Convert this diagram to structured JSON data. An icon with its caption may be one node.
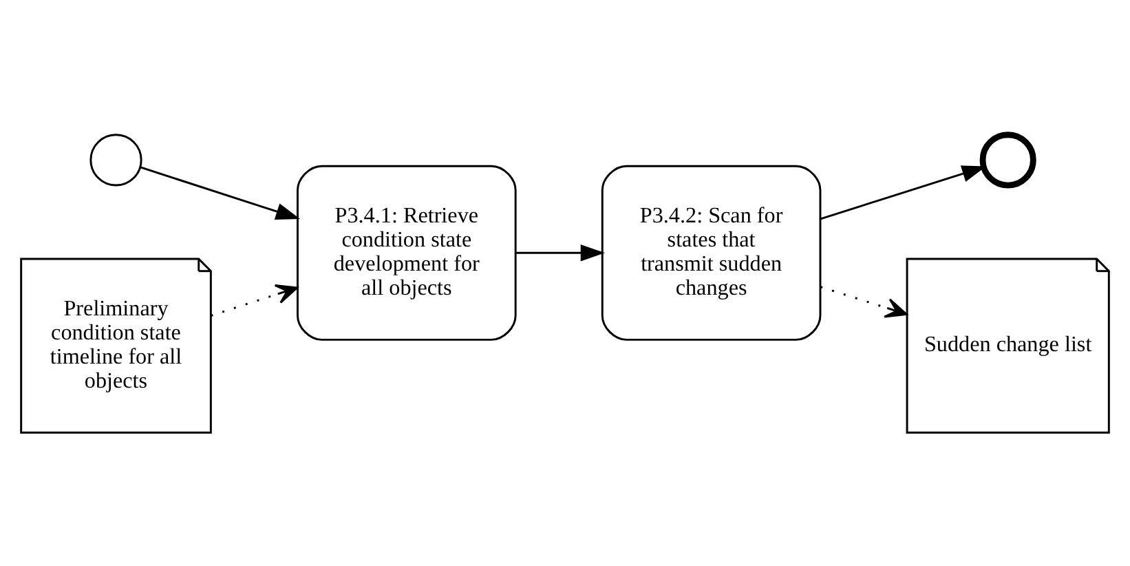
{
  "diagram": {
    "nodes": [
      {
        "text": [],
        "shape": "circle"
      },
      {
        "text": [
          "P3.4.1: Retrieve condition state development for all objects"
        ]
      },
      {
        "text": [
          "P3.4.2: Scan for states that transmit sudden changes"
        ]
      },
      {
        "text": [],
        "shape": "circle"
      },
      {
        "text": [
          "Preliminary condition state timeline for all objects"
        ]
      },
      {
        "text": [
          "Sudden change list"
        ]
      }
    ],
    "edges": [
      {
        "from": 0,
        "to": 1,
        "arrow": "to"
      },
      {
        "from": 4,
        "to": 1,
        "arrow": "to",
        "style": "dashed"
      },
      {
        "from": 1,
        "to": 2,
        "arrow": "to"
      },
      {
        "from": 2,
        "to": 3,
        "arrow": "to"
      },
      {
        "from": 2,
        "to": 5,
        "arrow": "to",
        "style": "dashed"
      }
    ]
  }
}
